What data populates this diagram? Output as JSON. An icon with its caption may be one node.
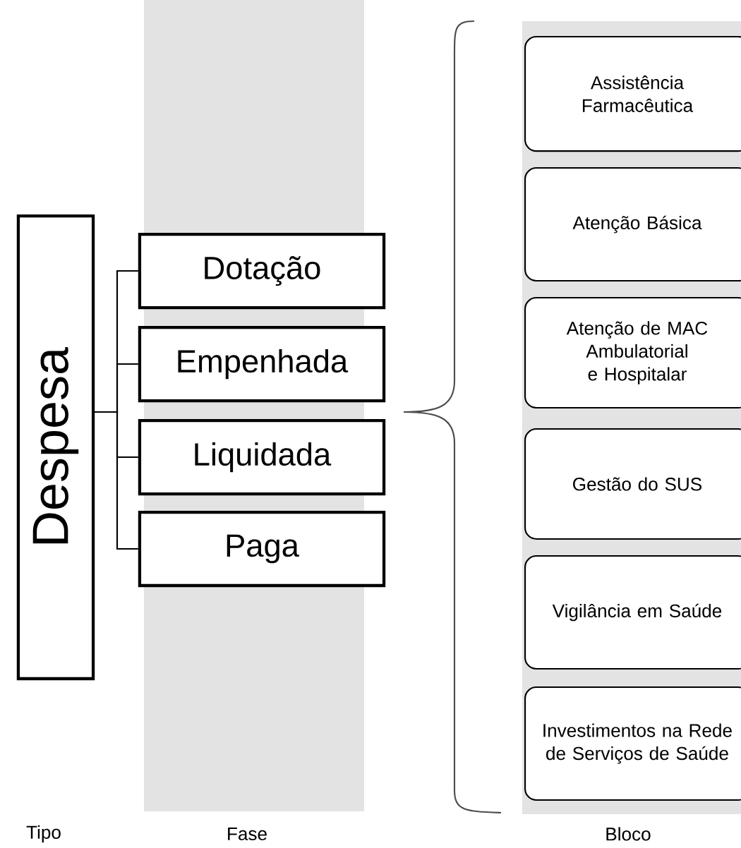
{
  "diagram": {
    "nodes": [
      {
        "text": [
          "Despesa"
        ]
      },
      {
        "text": [
          "Dotação"
        ]
      },
      {
        "text": [
          "Empenhada"
        ]
      },
      {
        "text": [
          "Liquidada"
        ]
      },
      {
        "text": [
          "Paga"
        ]
      },
      {
        "text": [
          "Assistência Farmacêutica"
        ]
      },
      {
        "text": [
          "Atenção Básica"
        ]
      },
      {
        "text": [
          "Atenção de MAC Ambulatorial e Hospitalar"
        ]
      },
      {
        "text": [
          "Gestão do SUS"
        ]
      },
      {
        "text": [
          "Vigilância em Saúde"
        ]
      },
      {
        "text": [
          "Investimentos na Rede de Serviços de Saúde"
        ]
      }
    ],
    "edges": [
      {
        "from": 0,
        "to": 1,
        "arrow": "none"
      },
      {
        "from": 0,
        "to": 2,
        "arrow": "none"
      },
      {
        "from": 0,
        "to": 3,
        "arrow": "none"
      },
      {
        "from": 0,
        "to": 4,
        "arrow": "none"
      }
    ],
    "labels": [
      "Tipo",
      "Fase",
      "Bloco"
    ]
  }
}
